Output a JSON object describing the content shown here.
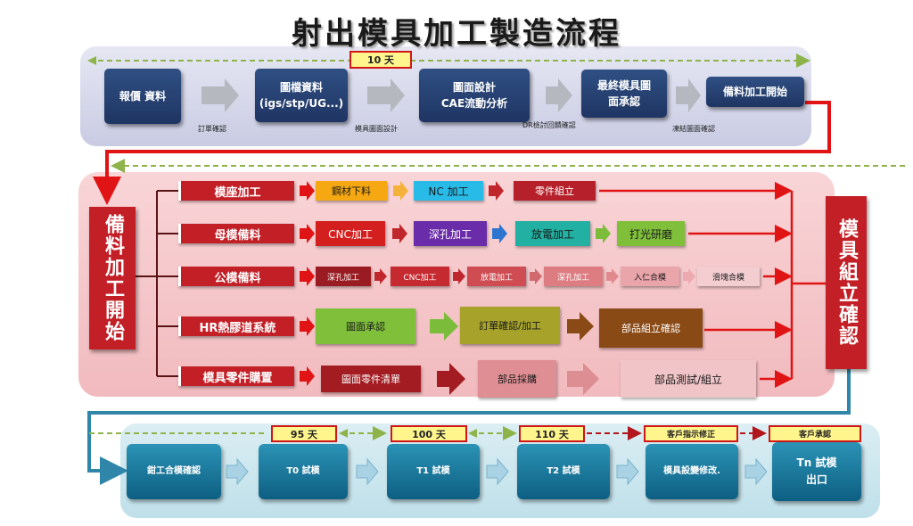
{
  "title": "射出模具加工製造流程",
  "stage1": {
    "duration_tag": "10 天",
    "boxes": [
      "報價 資料",
      "圖檔資料\n(igs/stp/UG...)",
      "圖面設計\nCAE流動分析",
      "最終模具圖\n面承認",
      "備料加工開始"
    ],
    "captions": [
      "訂單確認",
      "模具圖面設計",
      "DR檢討回饋確認",
      "凍結圖面確認"
    ]
  },
  "stage2": {
    "left_label": "備料加工開始",
    "right_label": "模具組立確認",
    "rows": [
      {
        "label": "模座加工",
        "steps": [
          "鋼材下料",
          "NC 加工",
          "零件組立"
        ]
      },
      {
        "label": "母模備料",
        "steps": [
          "CNC加工",
          "深孔加工",
          "放電加工",
          "打光研磨"
        ]
      },
      {
        "label": "公模備料",
        "steps": [
          "深孔加工",
          "CNC加工",
          "放電加工",
          "深孔加工",
          "入仁合模",
          "滑塊合模"
        ]
      },
      {
        "label": "HR熱膠道系統",
        "steps": [
          "圖面承認",
          "訂單確認/加工",
          "部品組立確認"
        ]
      },
      {
        "label": "模具零件購置",
        "steps": [
          "圖面零件清單",
          "部品採購",
          "部品測試/組立"
        ]
      }
    ]
  },
  "stage3": {
    "tags": [
      "95 天",
      "100 天",
      "110 天",
      "客戶指示修正",
      "客戶承認"
    ],
    "boxes": [
      "鉗工合模確認",
      "T0 試模",
      "T1 試模",
      "T2 試模",
      "模具設變修改.",
      "Tn 試模\n出口"
    ]
  },
  "colors": {
    "stage1_panel": "#d8d9ec",
    "stage2_panel": "#f5c6c9",
    "stage3_panel": "#cde7ef",
    "flow_red": "#e01414",
    "dashed_green": "#8db34a",
    "label_red": "#c21f26"
  }
}
